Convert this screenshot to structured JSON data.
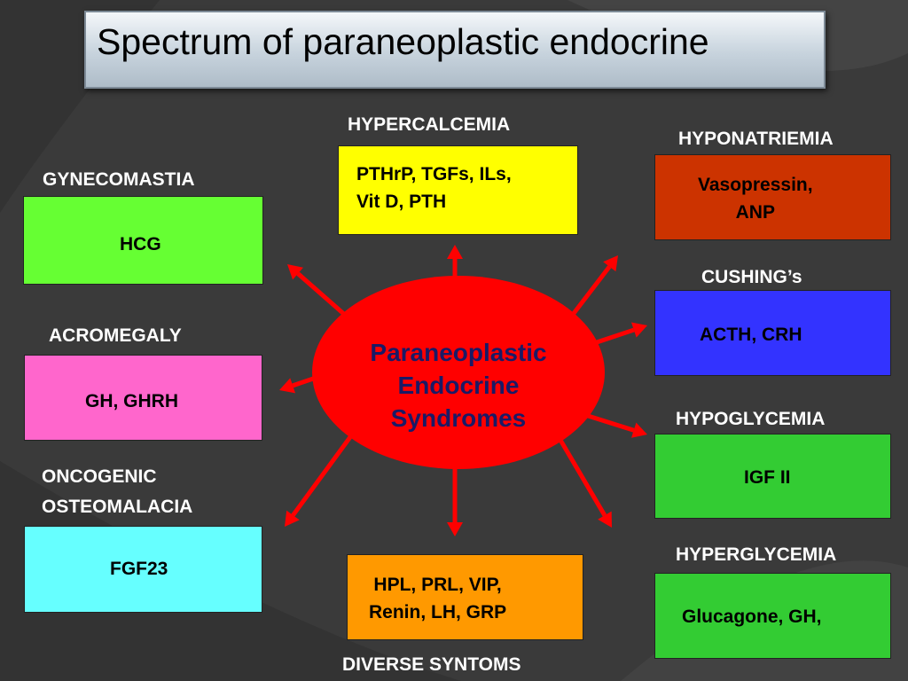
{
  "title": "Spectrum of paraneoplastic endocrine",
  "center_label": [
    "Paraneoplastic",
    "Endocrine",
    "Syndromes"
  ],
  "colors": {
    "center": "#ff0000",
    "arrow": "#ff0000",
    "background": "#3a3a3a"
  },
  "syndromes": [
    {
      "label": "GYNECOMASTIA",
      "content": "HCG",
      "color": "#66ff33"
    },
    {
      "label": "ACROMEGALY",
      "content": "GH, GHRH",
      "color": "#ff66cc"
    },
    {
      "label": "ONCOGENIC\nOSTEOMALACIA",
      "content": "FGF23",
      "color": "#66ffff"
    },
    {
      "label": "HYPERCALCEMIA",
      "content": "PTHrP, TGFs, ILs,\nVit D, PTH",
      "color": "#ffff00"
    },
    {
      "label": "DIVERSE SYNTOMS",
      "content": "HPL, PRL, VIP,\nRenin, LH, GRP",
      "color": "#ff9900"
    },
    {
      "label": "HYPONATRIEMIA",
      "content": "Vasopressin,\nANP",
      "color": "#cc3300"
    },
    {
      "label": "CUSHING’s",
      "content": "ACTH, CRH",
      "color": "#3333ff"
    },
    {
      "label": "HYPOGLYCEMIA",
      "content": "IGF II",
      "color": "#33cc33"
    },
    {
      "label": "HYPERGLYCEMIA",
      "content": "Glucagone, GH,",
      "color": "#33cc33"
    }
  ]
}
